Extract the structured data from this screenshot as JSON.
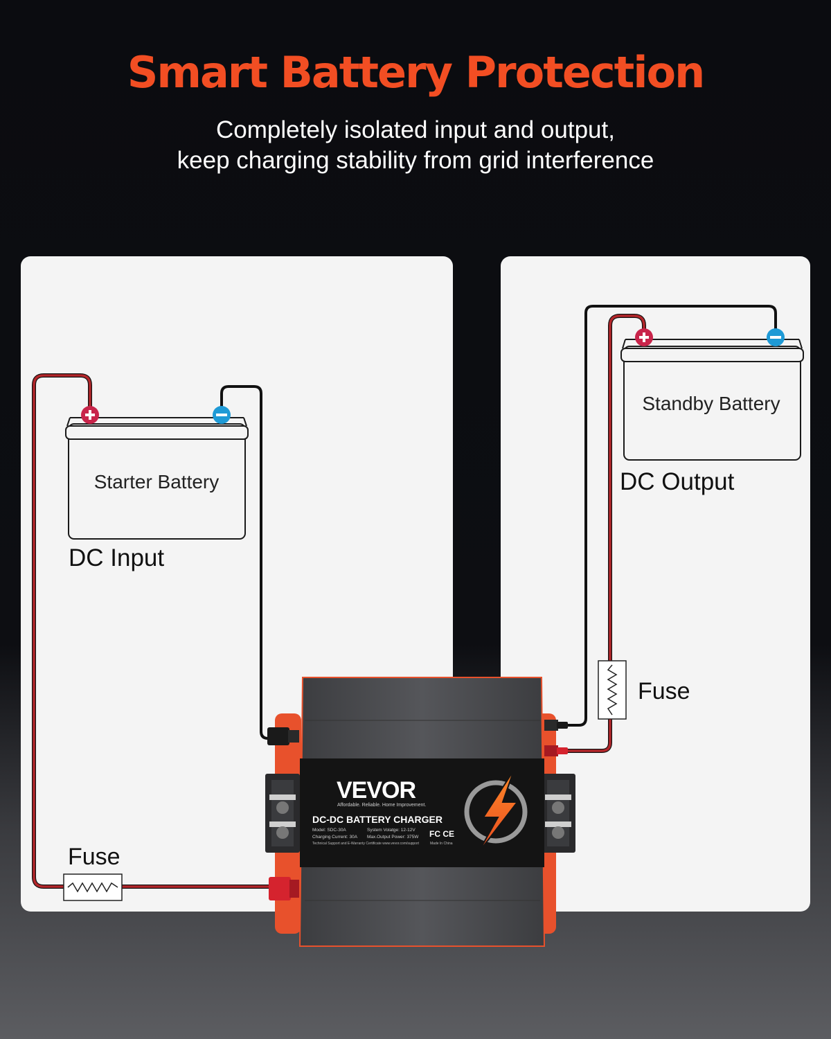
{
  "header": {
    "title": "Smart Battery Protection",
    "subtitle_line1": "Completely isolated input and output,",
    "subtitle_line2": "keep charging stability from grid interference"
  },
  "input_side": {
    "battery_label": "Starter Battery",
    "section_label": "DC Input",
    "fuse_label": "Fuse"
  },
  "output_side": {
    "battery_label": "Standby Battery",
    "section_label": "DC Output",
    "fuse_label": "Fuse"
  },
  "device": {
    "brand": "VEVOR",
    "tagline": "Affordable. Reliable. Home Improvement.",
    "product_name": "DC-DC BATTERY CHARGER",
    "spec_model": "Model: SDC-30A",
    "spec_voltage": "System Volatge: 12-12V",
    "spec_current": "Charging Current: 30A",
    "spec_power": "Max.Output Power: 375W",
    "cert_marks": "FC CE",
    "support_text": "Technical Support and E-Warranty Certificate www.vevor.com/support",
    "origin": "Made In China"
  },
  "colors": {
    "accent": "#f24e23",
    "wire_positive": "#b3262a",
    "wire_negative": "#111111",
    "terminal_positive": "#c8244a",
    "terminal_negative": "#1e9ad6",
    "panel_bg": "#f4f4f4",
    "device_body": "#4a4b4e",
    "device_frame": "#e8512c"
  }
}
